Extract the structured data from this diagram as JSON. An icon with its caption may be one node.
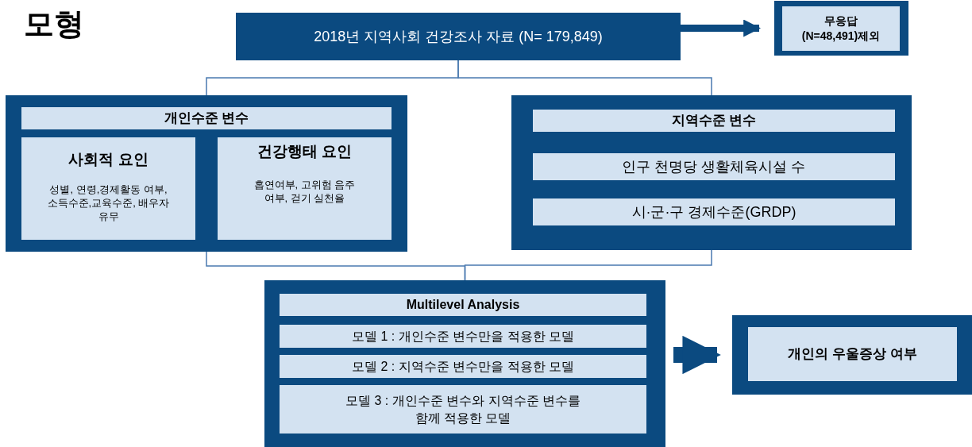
{
  "diagram": {
    "title": "모형",
    "nodes": [
      {
        "text": [
          "2018년 지역사회 건강조사 자료 (N= 179,849)"
        ]
      },
      {
        "text": [
          "무응답 (N=48,491)제외"
        ]
      },
      {
        "text": [],
        "shape": "box"
      },
      {
        "text": [
          "개인수준 변수"
        ],
        "in": 2
      },
      {
        "text": [
          "사회적 요인",
          "성별, 연령,경제활동 여부, 소득수준,교육수준, 배우자 유무"
        ],
        "in": 2
      },
      {
        "text": [
          "건강행태 요인",
          "흡연여부, 고위험 음주 여부, 걷기 실천율"
        ],
        "in": 2
      },
      {
        "text": [],
        "shape": "box"
      },
      {
        "text": [
          "지역수준 변수"
        ],
        "in": 6
      },
      {
        "text": [
          "인구 천명당 생활체육시설 수"
        ],
        "in": 6
      },
      {
        "text": [
          "시·군·구 경제수준(GRDP)"
        ],
        "in": 6
      },
      {
        "text": [],
        "shape": "box"
      },
      {
        "text": [
          "Multilevel Analysis"
        ],
        "in": 10
      },
      {
        "text": [
          "모델 1 : 개인수준 변수만을 적용한 모델"
        ],
        "in": 10
      },
      {
        "text": [
          "모델 2 : 지역수준 변수만을 적용한 모델"
        ],
        "in": 10
      },
      {
        "text": [
          "모델 3 : 개인수준 변수와 지역수준 변수를 함께 적용한 모델"
        ],
        "in": 10
      },
      {
        "text": [
          "개인의 우울증상 여부"
        ]
      }
    ],
    "edges": [
      {
        "from": 0,
        "to": 1,
        "arrow": "to",
        "style": "thick",
        "color": "#0b4a80"
      },
      {
        "from": 0,
        "to": 2,
        "arrow": "none"
      },
      {
        "from": 0,
        "to": 6,
        "arrow": "none"
      },
      {
        "from": 2,
        "to": 10,
        "arrow": "none"
      },
      {
        "from": 6,
        "to": 10,
        "arrow": "none"
      },
      {
        "from": 10,
        "to": 15,
        "arrow": "to",
        "style": "thick",
        "color": "#0b4a80"
      }
    ]
  }
}
